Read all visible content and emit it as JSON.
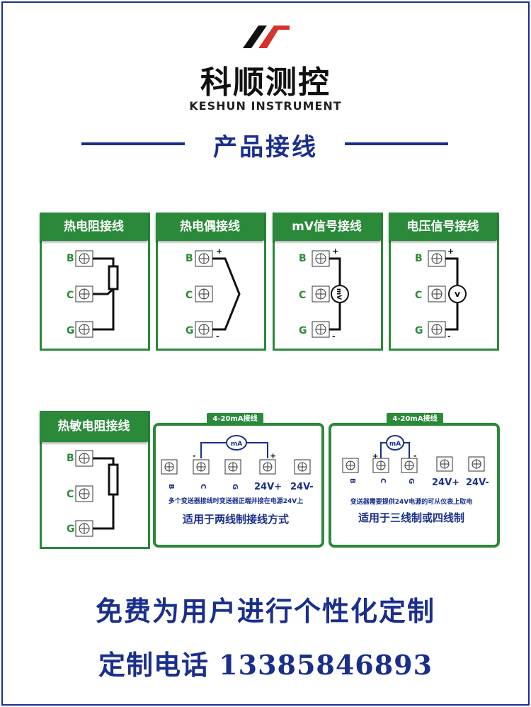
{
  "brand": {
    "name_cn": "科顺测控",
    "name_en": "KESHUN INSTRUMENT",
    "logo": "ks-logo-icon"
  },
  "section_title": "产品接线",
  "cards": [
    {
      "title": "热电阻接线",
      "labels": [
        "B",
        "C",
        "G"
      ]
    },
    {
      "title": "热电偶接线",
      "labels": [
        "B",
        "C",
        "G"
      ],
      "plus": "+",
      "minus": "-"
    },
    {
      "title": "mV信号接线",
      "labels": [
        "B",
        "C",
        "G"
      ],
      "plus": "+",
      "minus": "-",
      "meter": "mV"
    },
    {
      "title": "电压信号接线",
      "labels": [
        "B",
        "C",
        "G"
      ],
      "plus": "+",
      "minus": "-",
      "meter": "V"
    },
    {
      "title": "热敏电阻接线",
      "labels": [
        "B",
        "C",
        "G"
      ]
    }
  ],
  "panels": [
    {
      "tag": "4-20mA接线",
      "labels": [
        "B",
        "C",
        "G"
      ],
      "v_plus": "24V+",
      "v_minus": "24V-",
      "meter": "mA",
      "plus": "+",
      "minus": "-",
      "note": "多个变送器接线时变送器正端并接在电源24V上",
      "caption": "适用于两线制接线方式"
    },
    {
      "tag": "4-20mA接线",
      "labels": [
        "B",
        "C",
        "G"
      ],
      "v_plus": "24V+",
      "v_minus": "24V-",
      "meter": "mA",
      "plus": "+",
      "minus": "-",
      "note": "变送器需要提供24V电源的可从仪表上取电",
      "caption": "适用于三线制或四线制"
    }
  ],
  "bottom": {
    "line1": "免费为用户进行个性化定制",
    "line2": "定制电话 13385846893"
  },
  "colors": {
    "navy": "#1a2f8c",
    "green": "#2a8a3a",
    "logo_red": "#d8322a"
  }
}
